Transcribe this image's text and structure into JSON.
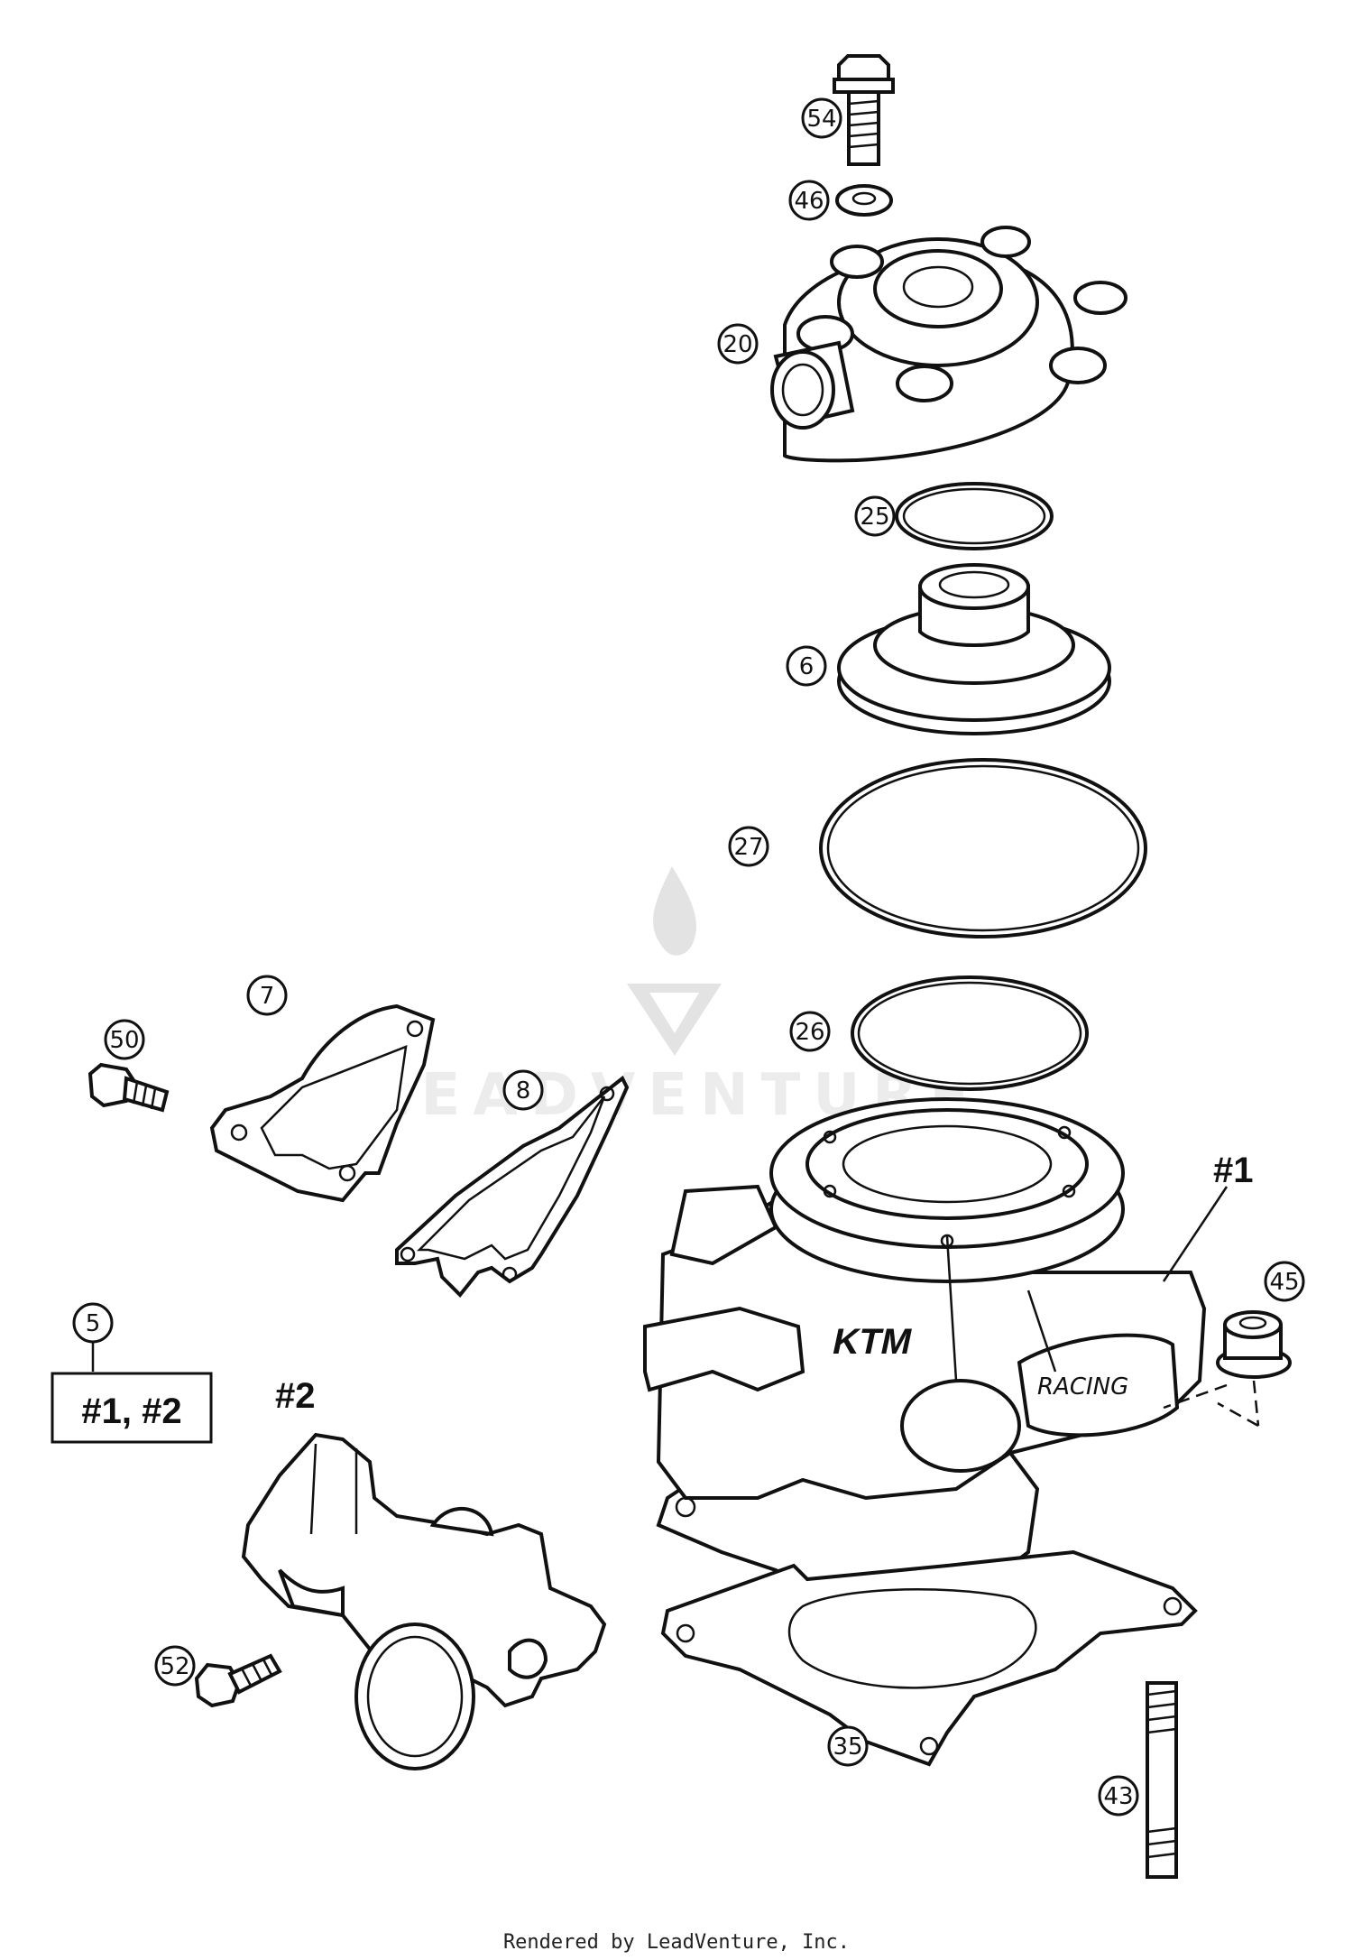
{
  "watermark": {
    "text": "LEADVENTURE"
  },
  "callouts": {
    "c54": "54",
    "c46": "46",
    "c20": "20",
    "c25": "25",
    "c6": "6",
    "c27": "27",
    "c7": "7",
    "c50": "50",
    "c26": "26",
    "c8": "8",
    "c45": "45",
    "c5": "5",
    "c52": "52",
    "c35": "35",
    "c43": "43"
  },
  "labels": {
    "assembly1": "#1",
    "assembly2": "#2",
    "kit_box": "#1, #2",
    "ktm_logo_top": "KTM",
    "ktm_logo_bottom": "RACING"
  },
  "footer": "Rendered by LeadVenture, Inc."
}
